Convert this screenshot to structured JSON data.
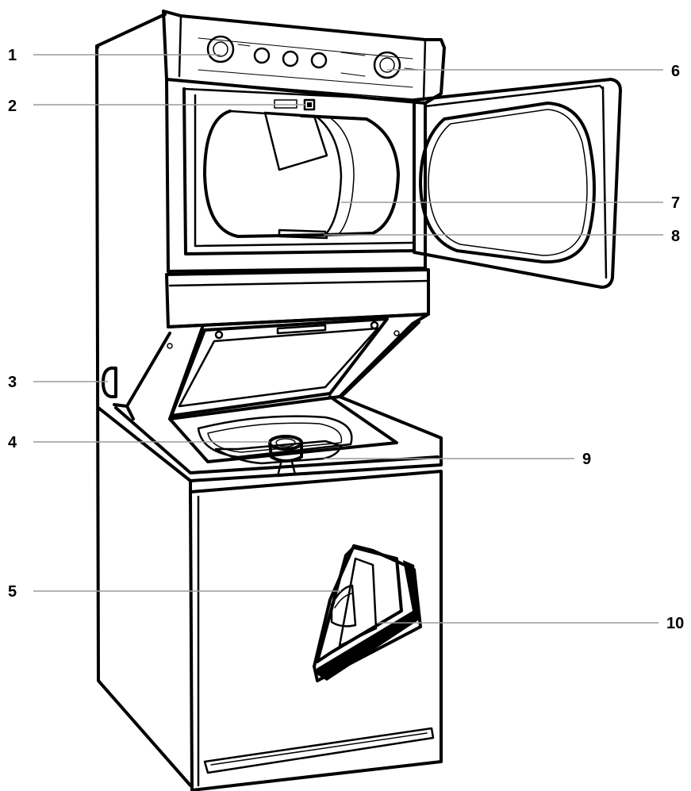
{
  "callouts": [
    {
      "id": 1,
      "label": "1"
    },
    {
      "id": 2,
      "label": "2"
    },
    {
      "id": 3,
      "label": "3"
    },
    {
      "id": 4,
      "label": "4"
    },
    {
      "id": 5,
      "label": "5"
    },
    {
      "id": 6,
      "label": "6"
    },
    {
      "id": 7,
      "label": "7"
    },
    {
      "id": 8,
      "label": "8"
    },
    {
      "id": 9,
      "label": "9"
    },
    {
      "id": 10,
      "label": "10"
    }
  ],
  "colors": {
    "ink": "#000000",
    "leader": "#9a9a9a",
    "background": "#ffffff"
  }
}
